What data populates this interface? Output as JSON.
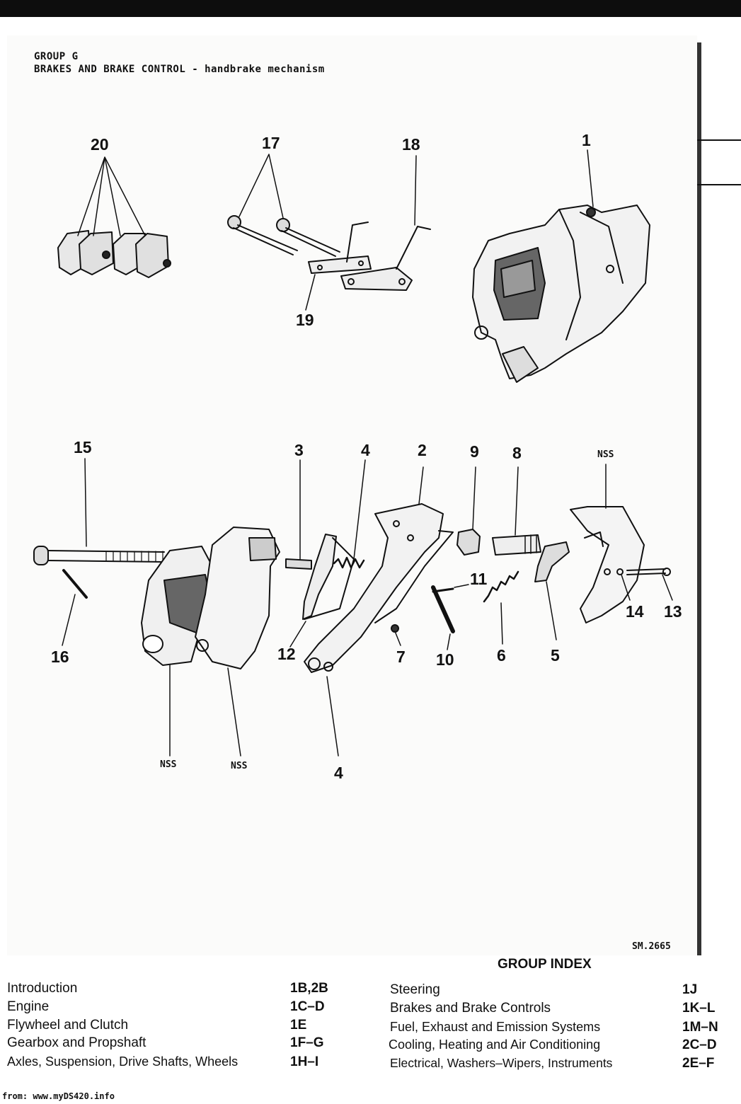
{
  "header": {
    "group": "GROUP G",
    "title": "BRAKES AND BRAKE CONTROL - handbrake mechanism"
  },
  "callouts": {
    "c20": "20",
    "c17": "17",
    "c18": "18",
    "c1": "1",
    "c19": "19",
    "c15": "15",
    "c3": "3",
    "c4_top": "4",
    "c2": "2",
    "c9": "9",
    "c8": "8",
    "c11": "11",
    "c14": "14",
    "c13": "13",
    "c16": "16",
    "c12": "12",
    "c7": "7",
    "c10": "10",
    "c6": "6",
    "c5": "5",
    "c4_bottom": "4",
    "nss_top": "NSS",
    "nss_left": "NSS",
    "nss_mid": "NSS"
  },
  "drawing_ref": "SM.2665",
  "group_index": {
    "title": "GROUP INDEX",
    "left": [
      {
        "label": "Introduction",
        "code": "1B,2B"
      },
      {
        "label": "Engine",
        "code": "1C–D"
      },
      {
        "label": "Flywheel and Clutch",
        "code": "1E"
      },
      {
        "label": "Gearbox and Propshaft",
        "code": "1F–G"
      },
      {
        "label": "Axles, Suspension, Drive Shafts, Wheels",
        "code": "1H–I"
      }
    ],
    "right": [
      {
        "label": "Steering",
        "code": "1J"
      },
      {
        "label": "Brakes and Brake Controls",
        "code": "1K–L"
      },
      {
        "label": "Fuel, Exhaust and Emission Systems",
        "code": "1M–N"
      },
      {
        "label": "Cooling, Heating and Air Conditioning",
        "code": "2C–D"
      },
      {
        "label": "Electrical, Washers–Wipers, Instruments",
        "code": "2E–F"
      }
    ]
  },
  "footer": "from: www.myDS420.info"
}
